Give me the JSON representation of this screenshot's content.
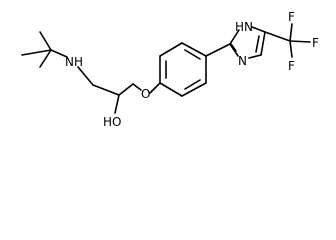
{
  "molecule": {
    "labels": {
      "nh_amine": "NH",
      "oh": "HO",
      "ether_o": "O",
      "nh_ring": "HN",
      "n_ring": "N",
      "f_top": "F",
      "f_right": "F",
      "f_bottom": "F"
    }
  }
}
